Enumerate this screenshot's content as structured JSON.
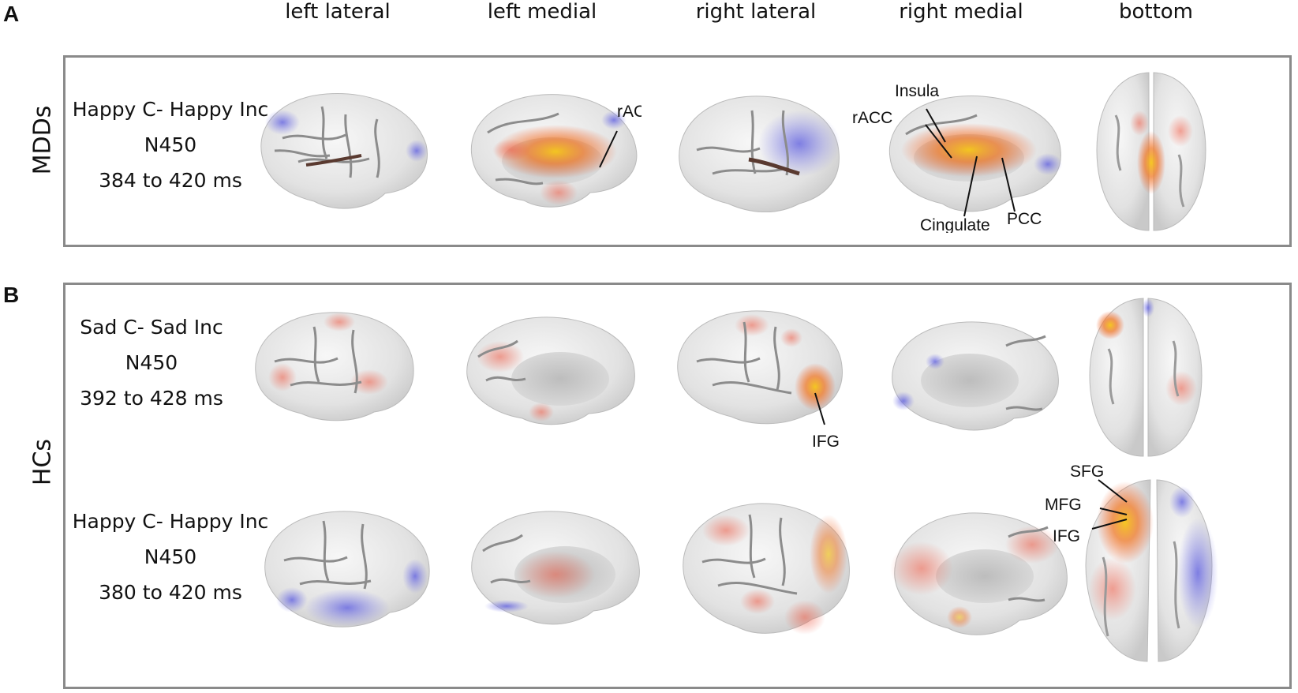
{
  "panels": [
    {
      "letter": "A",
      "group": "MDDs"
    },
    {
      "letter": "B",
      "group": "HCs"
    }
  ],
  "columns": [
    "left lateral",
    "left medial",
    "right lateral",
    "right medial",
    "bottom"
  ],
  "conditions": [
    {
      "contrast": "Happy C- Happy Inc",
      "component": "N450",
      "window": "384 to 420 ms"
    },
    {
      "contrast": "Sad C- Sad Inc",
      "component": "N450",
      "window": "392 to 428 ms"
    },
    {
      "contrast": "Happy C- Happy Inc",
      "component": "N450",
      "window": "380 to 420 ms"
    }
  ],
  "annotations": {
    "row_a_left_medial": [
      "rACC"
    ],
    "row_a_right_medial": [
      "Insula",
      "rACC",
      "Cingulate",
      "PCC"
    ],
    "row_b1_right_lateral": [
      "IFG"
    ],
    "row_b2_bottom": [
      "SFG",
      "MFG",
      "IFG"
    ]
  },
  "colors": {
    "positive": "#f05a28",
    "peak": "#f5c518",
    "negative": "#6a6ae0",
    "cortex": "#e6e6e6",
    "frame": "#8a8a8a"
  }
}
